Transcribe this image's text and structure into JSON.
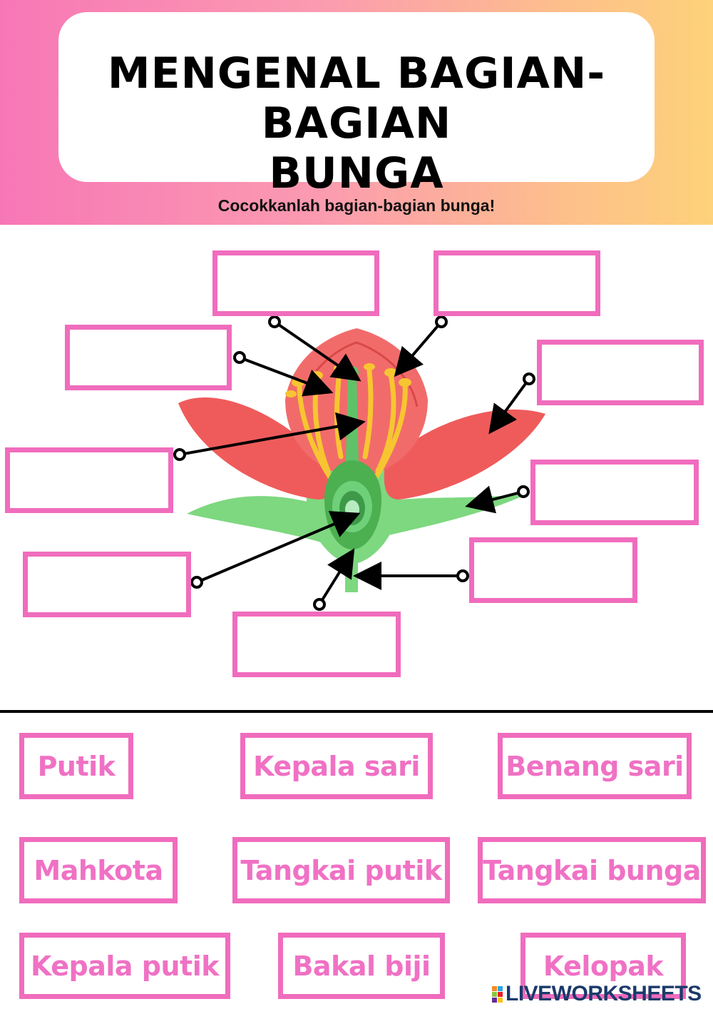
{
  "header": {
    "title_line1": "MENGENAL BAGIAN-BAGIAN",
    "title_line2": "BUNGA",
    "instruction": "Cocokkanlah bagian-bagian bunga!"
  },
  "colors": {
    "accent_pink": "#f06cbd",
    "word_text": "#f071c4",
    "petal_red": "#ef5b5b",
    "sepal_green": "#7ed880",
    "stamen_yellow": "#f7c531"
  },
  "answer_boxes": [
    "",
    "",
    "",
    "",
    "",
    "",
    "",
    "",
    "",
    ""
  ],
  "word_bank": [
    "Putik",
    "Kepala sari",
    "Benang sari",
    "Mahkota",
    "Tangkai putik",
    "Tangkai bunga",
    "Kepala putik",
    "Bakal biji",
    "Kelopak"
  ],
  "watermark": {
    "text": "LIVEWORKSHEETS",
    "icon": "liveworksheets-logo-icon"
  }
}
